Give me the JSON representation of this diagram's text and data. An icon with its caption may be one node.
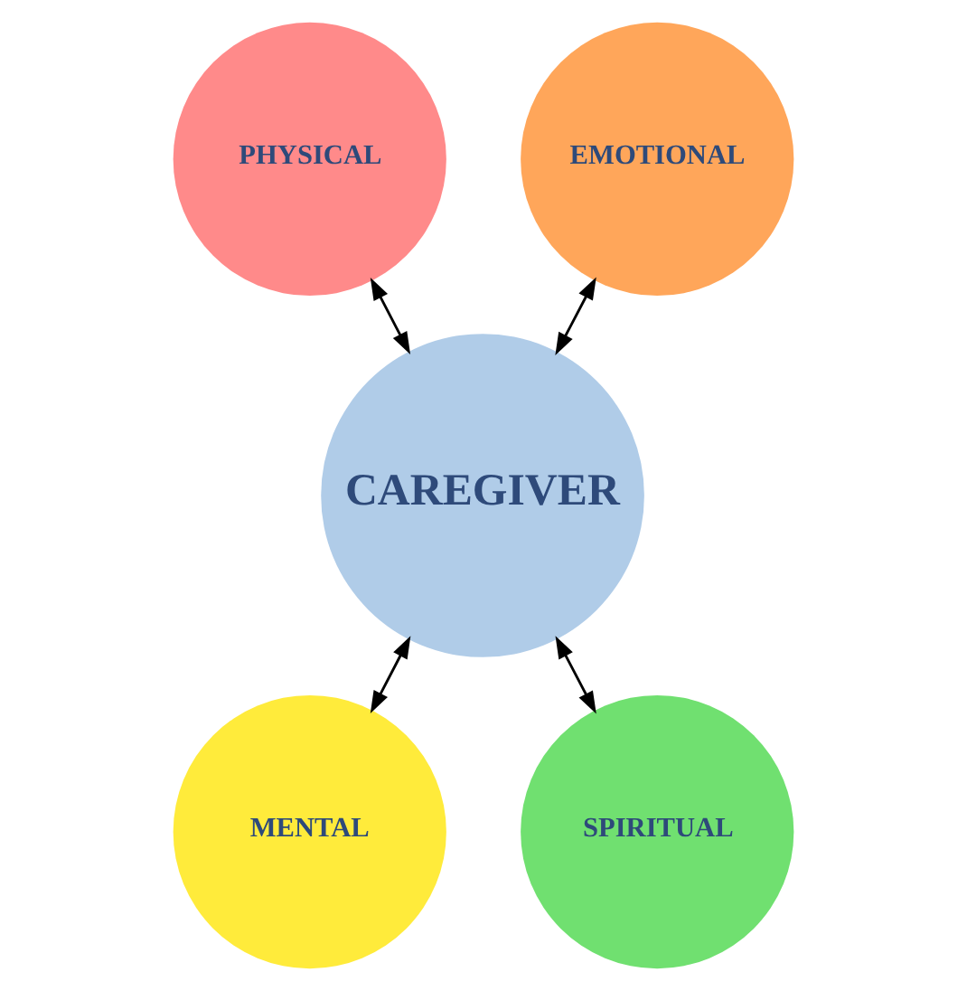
{
  "diagram": {
    "nodes": [
      {
        "text": [
          "PHYSICAL"
        ]
      },
      {
        "text": [
          "EMOTIONAL"
        ]
      },
      {
        "text": [
          "CAREGIVER"
        ]
      },
      {
        "text": [
          "MENTAL"
        ]
      },
      {
        "text": [
          "SPIRITUAL"
        ]
      }
    ],
    "edges": [
      {
        "from": 0,
        "to": 2,
        "arrow": "both"
      },
      {
        "from": 1,
        "to": 2,
        "arrow": "both"
      },
      {
        "from": 2,
        "to": 3,
        "arrow": "both"
      },
      {
        "from": 2,
        "to": 4,
        "arrow": "both"
      }
    ]
  }
}
